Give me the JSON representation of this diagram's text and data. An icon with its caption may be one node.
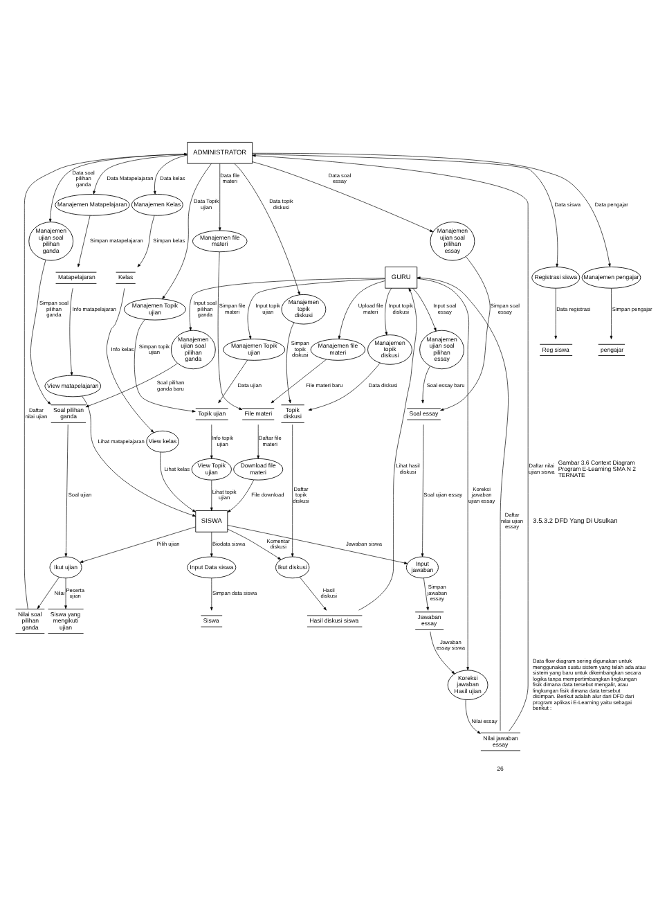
{
  "diagram": {
    "nodes": [
      {
        "text": [
          "ADMINISTRATOR"
        ]
      },
      {
        "text": [
          "GURU"
        ]
      },
      {
        "text": [
          "SISWA"
        ]
      },
      {
        "text": [
          "Manajemen Matapelajaran"
        ]
      },
      {
        "text": [
          "Manajemen Kelas"
        ]
      },
      {
        "text": [
          "Manajemen Topik ujian"
        ]
      },
      {
        "text": [
          "Registrasi siswa"
        ]
      },
      {
        "text": [
          "Manajemen pengajar"
        ]
      },
      {
        "text": [
          "Manajemen topik diskusi"
        ]
      },
      {
        "text": [
          "Manajemen ujian soal pilihan ganda"
        ]
      },
      {
        "text": [
          "Manajemen ujian soal pilihan essay"
        ]
      },
      {
        "text": [
          "Manajemen file materi"
        ]
      },
      {
        "text": [
          "Matapelajaran"
        ]
      },
      {
        "text": [
          "Kelas"
        ]
      },
      {
        "text": [
          "Topik ujian"
        ]
      },
      {
        "text": [
          "Reg siswa"
        ]
      },
      {
        "text": [
          "pengajar"
        ]
      },
      {
        "text": [
          "Topik diskusi"
        ]
      },
      {
        "text": [
          "Soal pilihan ganda"
        ]
      },
      {
        "text": [
          "Soal essay"
        ]
      },
      {
        "text": [
          "File materi"
        ]
      },
      {
        "text": [
          "Manajemen file materi"
        ]
      },
      {
        "text": [
          "Manajemen Topik ujian"
        ]
      },
      {
        "text": [
          "Manajemen topik diskusi"
        ]
      },
      {
        "text": [
          "Manajemen ujian soal pilihan ganda"
        ]
      },
      {
        "text": [
          "Manajemen ujian soal pilihan essay"
        ]
      },
      {
        "text": [
          "View matapelajaran"
        ]
      },
      {
        "text": [
          "View kelas"
        ]
      },
      {
        "text": [
          "View Topik ujian"
        ]
      },
      {
        "text": [
          "Download file materi"
        ]
      },
      {
        "text": [
          "Input Data siswa"
        ]
      },
      {
        "text": [
          "Siswa"
        ]
      },
      {
        "text": [
          "Ikut ujian"
        ]
      },
      {
        "text": [
          "Siswa yang mengikuti ujian"
        ]
      },
      {
        "text": [
          "Nilai soal pilihan ganda"
        ]
      },
      {
        "text": [
          "Ikut diskusi"
        ]
      },
      {
        "text": [
          "Hasil diskusi siswa"
        ]
      },
      {
        "text": [
          "Input jawaban"
        ]
      },
      {
        "text": [
          "Jawaban essay"
        ]
      },
      {
        "text": [
          "Koreksi jawaban Hasil ujian"
        ]
      },
      {
        "text": [
          "Nilai jawaban essay"
        ]
      }
    ],
    "edges": [
      {
        "from": 0,
        "to": 3,
        "arrow": "to",
        "label": "Data Matapelajaran"
      },
      {
        "from": 0,
        "to": 4,
        "arrow": "to",
        "label": "Data kelas"
      },
      {
        "from": 0,
        "to": 5,
        "arrow": "to",
        "label": "Data Topik ujian"
      },
      {
        "from": 0,
        "to": 6,
        "arrow": "to",
        "label": "Data siswa"
      },
      {
        "from": 0,
        "to": 7,
        "arrow": "to",
        "label": "Data pengajar"
      },
      {
        "from": 0,
        "to": 8,
        "arrow": "to",
        "label": "Data topik diskusi"
      },
      {
        "from": 0,
        "to": 9,
        "arrow": "to",
        "label": "Data soal pilihan ganda"
      },
      {
        "from": 0,
        "to": 10,
        "arrow": "to",
        "label": "Data soal essay"
      },
      {
        "from": 0,
        "to": 11,
        "arrow": "to",
        "label": "Data file materi"
      },
      {
        "from": 3,
        "to": 12,
        "arrow": "to",
        "label": "Simpan matapelajaran"
      },
      {
        "from": 4,
        "to": 13,
        "arrow": "to",
        "label": "Simpan kelas"
      },
      {
        "from": 5,
        "to": 14,
        "arrow": "to",
        "label": "Simpan topik ujian"
      },
      {
        "from": 6,
        "to": 15,
        "arrow": "to",
        "label": "Data registrasi"
      },
      {
        "from": 7,
        "to": 16,
        "arrow": "to",
        "label": "Simpan pengajar"
      },
      {
        "from": 8,
        "to": 17,
        "arrow": "to",
        "label": "Simpan topik diskusi"
      },
      {
        "from": 9,
        "to": 18,
        "arrow": "to",
        "label": "Simpan soal pilihan ganda"
      },
      {
        "from": 10,
        "to": 19,
        "arrow": "to",
        "label": "Simpan soal essay"
      },
      {
        "from": 11,
        "to": 20,
        "arrow": "to",
        "label": "Simpan file materi"
      },
      {
        "from": 1,
        "to": 21,
        "arrow": "to",
        "label": "Upload file materi"
      },
      {
        "from": 1,
        "to": 22,
        "arrow": "to",
        "label": "Input topik ujian"
      },
      {
        "from": 1,
        "to": 23,
        "arrow": "to",
        "label": "Input topik diskusi"
      },
      {
        "from": 1,
        "to": 24,
        "arrow": "to",
        "label": "Input soal pilihan ganda"
      },
      {
        "from": 1,
        "to": 25,
        "arrow": "to",
        "label": "Input soal essay"
      },
      {
        "from": 21,
        "to": 20,
        "arrow": "to",
        "label": "File materi baru"
      },
      {
        "from": 22,
        "to": 14,
        "arrow": "to",
        "label": "Data ujian"
      },
      {
        "from": 23,
        "to": 17,
        "arrow": "to",
        "label": "Data diskusi"
      },
      {
        "from": 24,
        "to": 18,
        "arrow": "to",
        "label": "Soal pilihan ganda baru"
      },
      {
        "from": 25,
        "to": 19,
        "arrow": "to",
        "label": "Soal essay baru"
      },
      {
        "from": 12,
        "to": 26,
        "arrow": "to",
        "label": "Info matapelajaran"
      },
      {
        "from": 13,
        "to": 27,
        "arrow": "to",
        "label": "Info kelas"
      },
      {
        "from": 14,
        "to": 28,
        "arrow": "to",
        "label": "Info topik ujian"
      },
      {
        "from": 26,
        "to": 2,
        "arrow": "to",
        "label": "Lihat matapelajaran"
      },
      {
        "from": 27,
        "to": 2,
        "arrow": "to",
        "label": "Lihat kelas"
      },
      {
        "from": 28,
        "to": 2,
        "arrow": "to",
        "label": "Lihat topik ujian"
      },
      {
        "from": 20,
        "to": 29,
        "arrow": "to",
        "label": "Daftar file materi"
      },
      {
        "from": 29,
        "to": 2,
        "arrow": "to",
        "label": "File download"
      },
      {
        "from": 2,
        "to": 30,
        "arrow": "to",
        "label": "Biodata siswa"
      },
      {
        "from": 30,
        "to": 31,
        "arrow": "to",
        "label": "Simpan data siswa"
      },
      {
        "from": 2,
        "to": 32,
        "arrow": "to",
        "label": "Pilih ujian"
      },
      {
        "from": 18,
        "to": 32,
        "arrow": "to",
        "label": "Soal ujian"
      },
      {
        "from": 32,
        "to": 33,
        "arrow": "to",
        "label": "Peserta ujian"
      },
      {
        "from": 32,
        "to": 34,
        "arrow": "to",
        "label": "Nilai"
      },
      {
        "from": 34,
        "to": 0,
        "arrow": "to",
        "label": "Daftar nilai ujian"
      },
      {
        "from": 2,
        "to": 35,
        "arrow": "to",
        "label": "Komentar diskusi"
      },
      {
        "from": 17,
        "to": 35,
        "arrow": "to",
        "label": "Daftar topik diskusi"
      },
      {
        "from": 35,
        "to": 36,
        "arrow": "to",
        "label": "Hasil diskusi"
      },
      {
        "from": 2,
        "to": 37,
        "arrow": "to",
        "label": "Jawaban siswa"
      },
      {
        "from": 19,
        "to": 37,
        "arrow": "to",
        "label": "Soal ujian essay"
      },
      {
        "from": 37,
        "to": 38,
        "arrow": "to",
        "label": "Simpan jawaban essay"
      },
      {
        "from": 38,
        "to": 39,
        "arrow": "to",
        "label": "Jawaban essay siswa"
      },
      {
        "from": 1,
        "to": 39,
        "arrow": "to",
        "label": "Koreksi jawaban ujian essay"
      },
      {
        "from": 39,
        "to": 40,
        "arrow": "to",
        "label": "Nilai essay"
      },
      {
        "from": 40,
        "to": 1,
        "arrow": "to",
        "label": "Daftar nilai ujian essay"
      },
      {
        "from": 36,
        "to": 1,
        "arrow": "to",
        "label": "Lihat hasil diskusi"
      },
      {
        "from": 40,
        "to": 0,
        "arrow": "to",
        "label": "Daftar nilai ujian siswa"
      }
    ],
    "labels": [
      "Gambar 3.6 Context Diagram Program E-Learning SMA N 2 TERNATE",
      "3.5.3.2 DFD Yang Di Usulkan",
      "Data flow diagram sering digunakan untuk menggunakan suatu sistem yang telah ada atau sistem yang baru untuk dikembangkan secara logika tanpa mempertimbangkan lingkungan fisik dimana data tersebut mengalir, atau lingkungan fisik dimana data tersebut disimpan. Berikut adalah alur dari DFD dari program aplikasi E-Learning yaitu sebagai berikut :",
      "26"
    ]
  }
}
